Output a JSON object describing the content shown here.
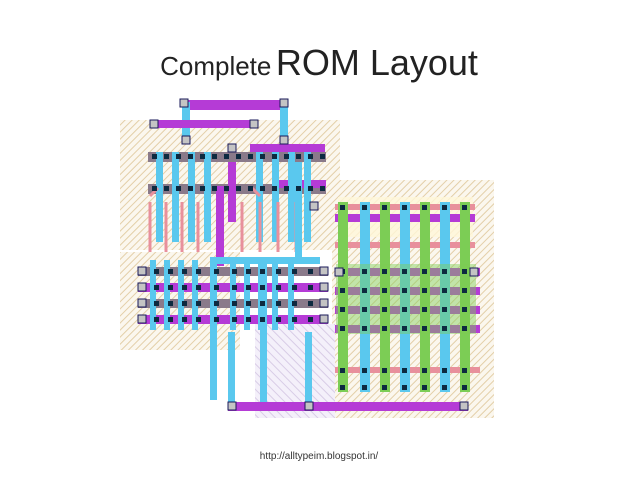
{
  "slide": {
    "title_word1": "Complete",
    "title_word2": "ROM Layout",
    "source_url": "http://alltypeim.blogspot.in/"
  },
  "layout": {
    "colors": {
      "metal1": "#5ac8ee",
      "metal2": "#b53bd6",
      "poly": "#e8909c",
      "active": "#7ccd55",
      "nwell_hatch": "#e6d3b0",
      "contact": "#0d2a40",
      "via": "#c4c4c4"
    }
  }
}
